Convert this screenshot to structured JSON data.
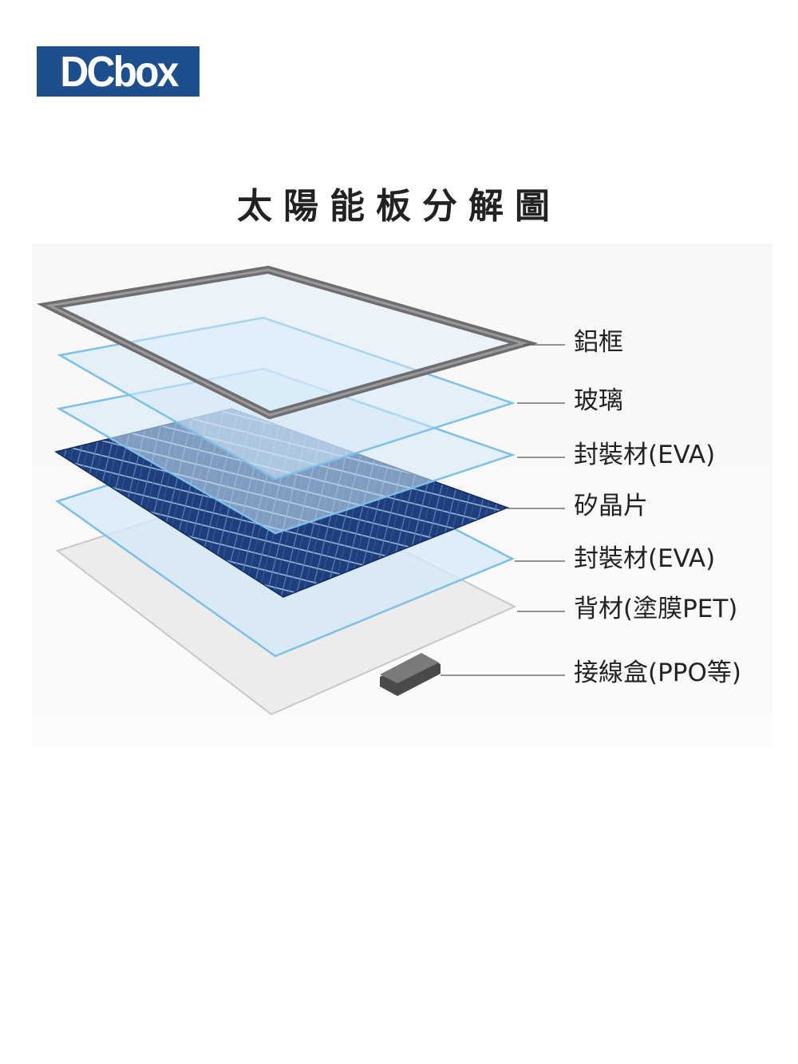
{
  "logo": {
    "text": "DCbox",
    "background": "#1d4f8f"
  },
  "title": "太陽能板分解圖",
  "layers": [
    {
      "label": "鋁框"
    },
    {
      "label": "玻璃"
    },
    {
      "label": "封裝材(EVA)"
    },
    {
      "label": "矽晶片"
    },
    {
      "label": "封裝材(EVA)"
    },
    {
      "label": "背材(塗膜PET)"
    },
    {
      "label": "接線盒(PPO等)"
    }
  ],
  "colors": {
    "frame": "#6e6e70",
    "glass_fill": "#cfe6f6",
    "glass_edge": "#7cc0e8",
    "cell": "#1d3f7e",
    "backsheet": "#ebebeb",
    "leader_line": "#555555"
  }
}
